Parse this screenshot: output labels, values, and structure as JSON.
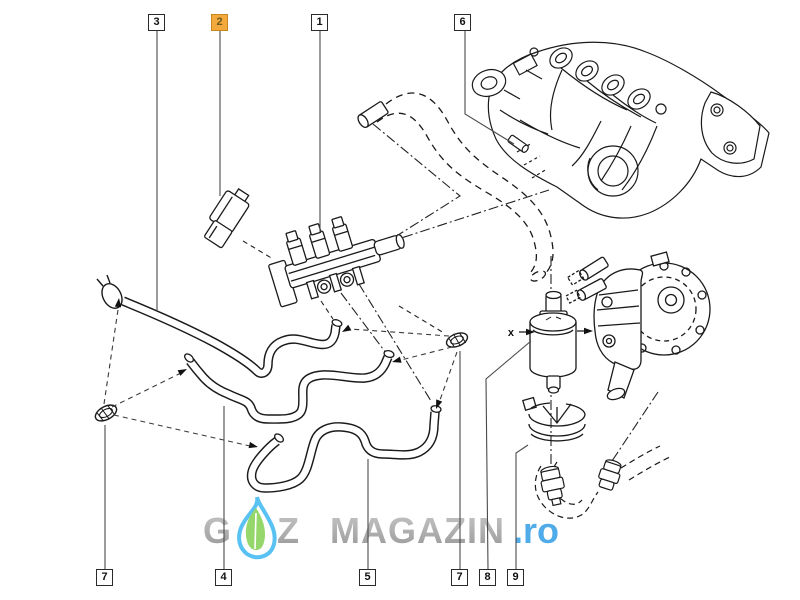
{
  "diagram": {
    "flow_marker": "x",
    "callouts_top": [
      {
        "label": "3",
        "highlighted": false
      },
      {
        "label": "2",
        "highlighted": true
      },
      {
        "label": "1",
        "highlighted": false
      },
      {
        "label": "6",
        "highlighted": false
      }
    ],
    "callouts_bottom": [
      {
        "label": "7",
        "highlighted": false
      },
      {
        "label": "4",
        "highlighted": false
      },
      {
        "label": "5",
        "highlighted": false
      },
      {
        "label": "7",
        "highlighted": false
      },
      {
        "label": "8",
        "highlighted": false
      },
      {
        "label": "9",
        "highlighted": false
      }
    ]
  },
  "watermark": {
    "g": "G",
    "z": "Z",
    "magazin": "MAGAZIN",
    "ro": ".ro"
  },
  "colors": {
    "highlight_fill": "#F3A93C",
    "highlight_border": "#C8871E",
    "highlight_text": "#6e5a1e",
    "watermark_gray_top": "#c0c0c0",
    "watermark_gray_bottom": "#8f8f8f",
    "watermark_blue": "#41a5e8",
    "flame_blue": "#4cbdf2",
    "leaf_green": "#8ed45f",
    "line_color": "#1a1a1a",
    "leader_color": "#4a4a4a"
  }
}
